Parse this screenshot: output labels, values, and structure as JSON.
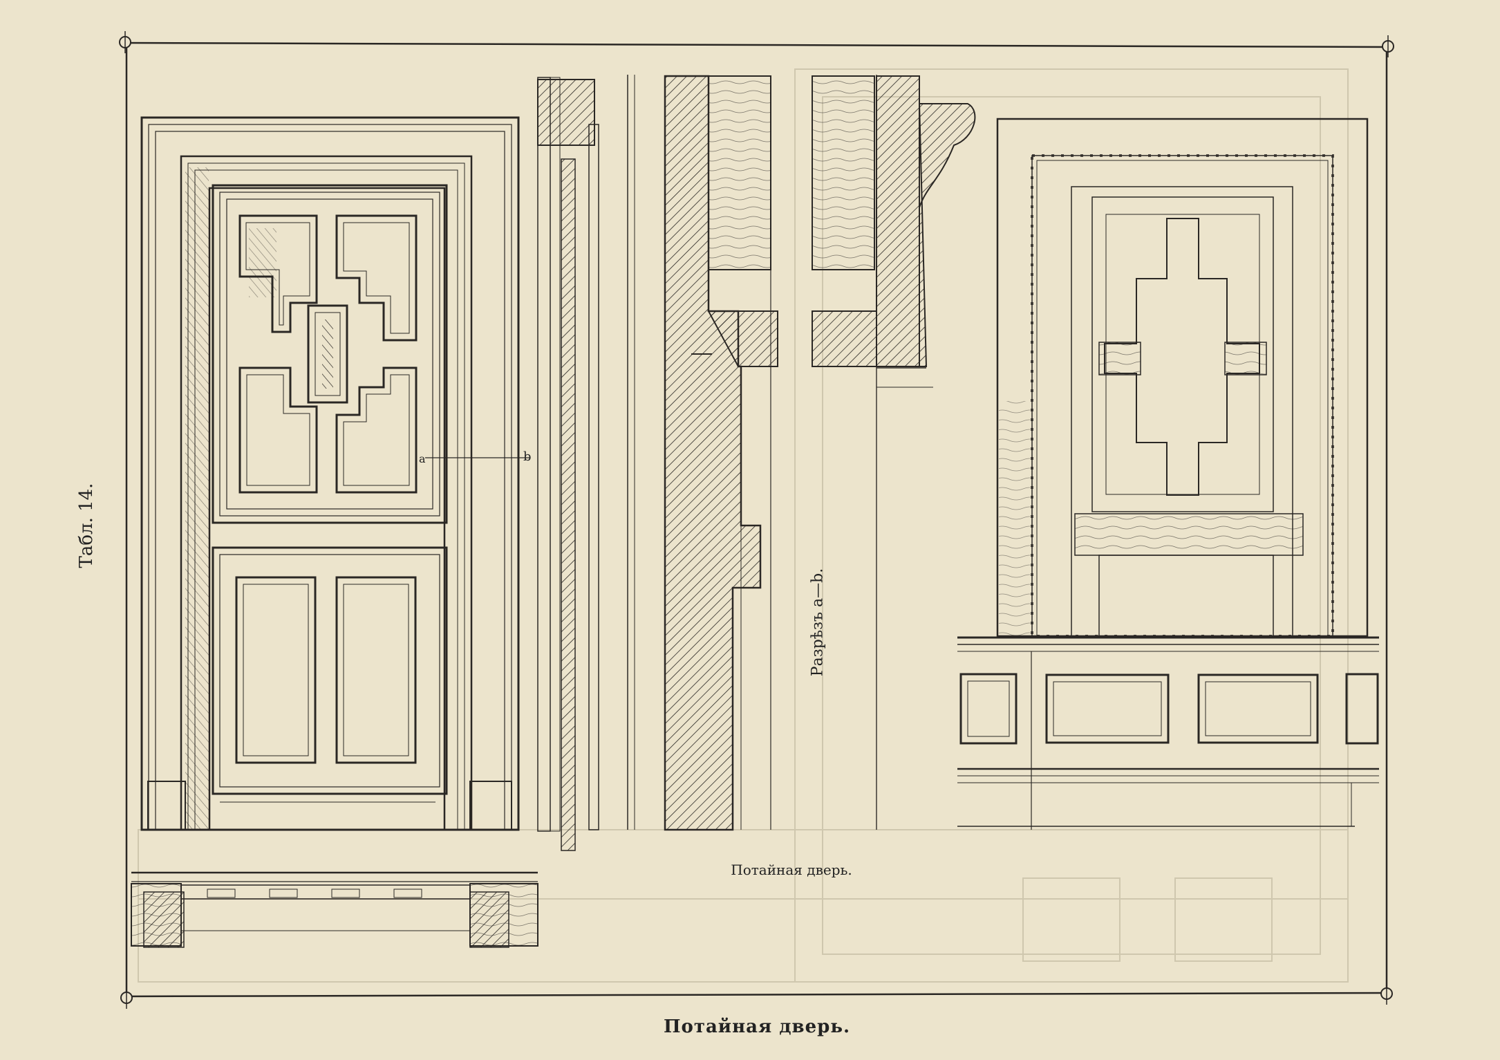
{
  "plate": {
    "number_label": "Табл. 14.",
    "section_label": "Разрѣзъ a—b.",
    "inner_caption": "Потайная дверь.",
    "bottom_caption": "Потайная дверь.",
    "marker_a": "a",
    "marker_b": "b"
  },
  "colors": {
    "paper": "#ece4cc",
    "ink": "#2a2724",
    "faint_ink": "#cfc7ae"
  }
}
